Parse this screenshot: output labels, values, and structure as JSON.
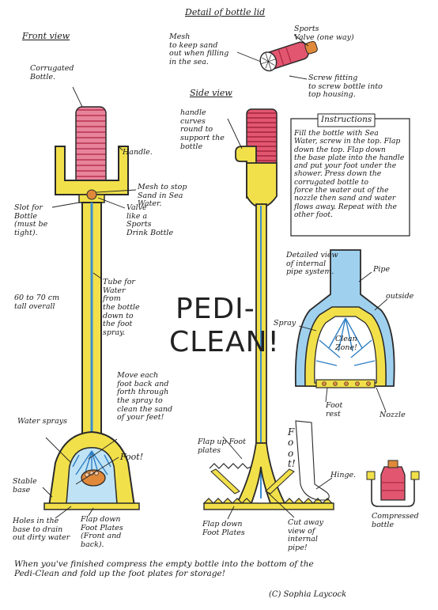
{
  "front_view": {
    "heading": "Front view",
    "labels": {
      "corrugated": "Corrugated\nBottle.",
      "handle": "Handle.",
      "mesh": "Mesh to stop\nSand in Sea\nWater.",
      "valve": "Valve\nlike a\nSports\nDrink Bottle",
      "slot": "Slot for\nBottle\n(must be\ntight).",
      "tall": "60 to 70 cm\ntall overall",
      "tube": "Tube for\nWater\nfrom\nthe bottle\ndown to\nthe foot\nspray.",
      "move": "Move each\nfoot back and\nforth through\nthe spray to\nclean the sand\nof your feet!",
      "water_sprays": "Water sprays",
      "foot": "Foot!",
      "stable": "Stable\nbase",
      "holes": "Holes in the\nbase to drain\nout dirty water",
      "flap_down": "Flap down\nFoot Plates\n(Front and\nback)."
    }
  },
  "lid_detail": {
    "heading": "Detail of bottle lid",
    "mesh": "Mesh\nto keep sand\nout when filling\nin the sea.",
    "valve": "Sports\nValve (one way)",
    "screw": "Screw fitting\nto screw bottle into\ntop housing."
  },
  "side_view": {
    "heading": "Side view",
    "handle": "handle\ncurves\nround to\nsupport the\nbottle",
    "flap_up": "Flap up Foot\nplates",
    "foot": "Foot!",
    "hinge": "Hinge.",
    "flap_down": "Flap down\nFoot Plates",
    "cutaway": "Cut away\nview of\ninternal\npipe!"
  },
  "title": {
    "line1": "PEDI-",
    "line2": "CLEAN!"
  },
  "instructions": {
    "heading": "Instructions",
    "text": "Fill the bottle with Sea\nWater, screw in the top. Flap\ndown the top. Flap down\nthe base plate into the handle\nand put your foot under the\nshower. Press down the\ncorrugated bottle to\nforce the water out of the\nnozzle then sand and water\nflows away. Repeat with the\nother foot."
  },
  "pipe_detail": {
    "heading": "Detailed view\nof internal\npipe system.",
    "pipe": "Pipe",
    "outside": "outside",
    "spray": "Spray",
    "clean_zone": "Clean\nZone!",
    "foot_rest": "Foot\nrest",
    "nozzle": "Nozzle"
  },
  "compressed": {
    "label": "Compressed\nbottle"
  },
  "footer": {
    "text": "When you've finished compress the empty bottle into the bottom of the\nPedi-Clean and fold up the foot plates for storage!",
    "credit": "(C) Sophia Laycock"
  },
  "colors": {
    "yellow": "#f2e04a",
    "outline": "#2a2a2a",
    "pink": "#e0557a",
    "blue": "#4aa4dc",
    "orange": "#e0893a"
  }
}
